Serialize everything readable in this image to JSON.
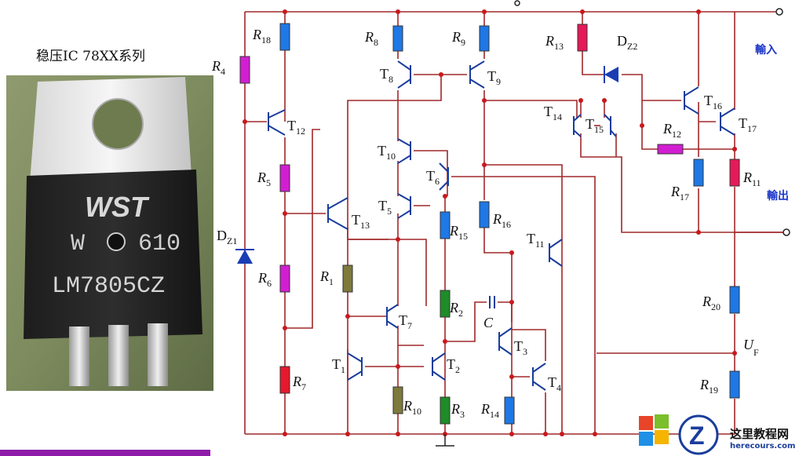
{
  "caption": "稳压IC 78XX系列",
  "chip": {
    "brand": "WST",
    "line1a": "W",
    "line1b": "610",
    "part": "LM7805CZ"
  },
  "labels": {
    "R18": {
      "main": "R",
      "sub": "18"
    },
    "R4": {
      "main": "R",
      "sub": "4"
    },
    "R8": {
      "main": "R",
      "sub": "8"
    },
    "R9": {
      "main": "R",
      "sub": "9"
    },
    "R13": {
      "main": "R",
      "sub": "13"
    },
    "DZ2": {
      "main": "D",
      "sub": "Z2"
    },
    "T8": {
      "main": "T",
      "sub": "8"
    },
    "T9": {
      "main": "T",
      "sub": "9"
    },
    "T12": {
      "main": "T",
      "sub": "12"
    },
    "T14": {
      "main": "T",
      "sub": "14"
    },
    "T15": {
      "main": "T",
      "sub": "15"
    },
    "T16": {
      "main": "T",
      "sub": "16"
    },
    "T17": {
      "main": "T",
      "sub": "17"
    },
    "R12": {
      "main": "R",
      "sub": "12"
    },
    "T10": {
      "main": "T",
      "sub": "10"
    },
    "R5": {
      "main": "R",
      "sub": "5"
    },
    "T6": {
      "main": "T",
      "sub": "6"
    },
    "R17": {
      "main": "R",
      "sub": "17"
    },
    "R11": {
      "main": "R",
      "sub": "11"
    },
    "T5": {
      "main": "T",
      "sub": "5"
    },
    "T13": {
      "main": "T",
      "sub": "13"
    },
    "R15": {
      "main": "R",
      "sub": "15"
    },
    "R16": {
      "main": "R",
      "sub": "16"
    },
    "DZ1": {
      "main": "D",
      "sub": "Z1"
    },
    "T11": {
      "main": "T",
      "sub": "11"
    },
    "R1": {
      "main": "R",
      "sub": "1"
    },
    "R6": {
      "main": "R",
      "sub": "6"
    },
    "R2": {
      "main": "R",
      "sub": "2"
    },
    "R20": {
      "main": "R",
      "sub": "20"
    },
    "T7": {
      "main": "T",
      "sub": "7"
    },
    "C": {
      "main": "C",
      "sub": ""
    },
    "T3": {
      "main": "T",
      "sub": "3"
    },
    "UF": {
      "main": "U",
      "sub": "F"
    },
    "T1": {
      "main": "T",
      "sub": "1"
    },
    "T2": {
      "main": "T",
      "sub": "2"
    },
    "T4": {
      "main": "T",
      "sub": "4"
    },
    "R7": {
      "main": "R",
      "sub": "7"
    },
    "R19": {
      "main": "R",
      "sub": "19"
    },
    "R10": {
      "main": "R",
      "sub": "10"
    },
    "R3": {
      "main": "R",
      "sub": "3"
    },
    "R14": {
      "main": "R",
      "sub": "14"
    }
  },
  "terminals": {
    "input": "輸入",
    "output": "輸出"
  },
  "watermark": {
    "main": "这里教程网",
    "sub": "herecours.com"
  },
  "colors": {
    "wire": "#a0282a",
    "blue_res": "#1e78e6",
    "magenta_res": "#d21ed2",
    "red_res": "#e6192d",
    "pink_res": "#e6195a",
    "olive_res": "#7d7a3c",
    "green_res": "#1e8c28",
    "transistor": "#1a3d9c",
    "zener": "#1a3db4",
    "label_cn": "#1a35c8",
    "bar": "#8e1ca8"
  }
}
